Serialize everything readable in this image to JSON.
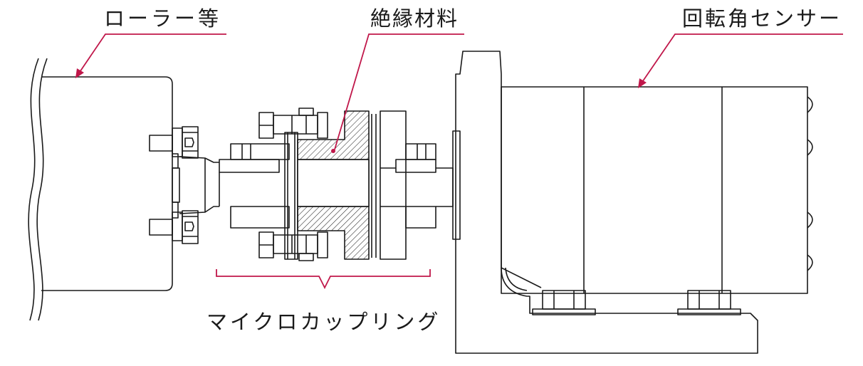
{
  "labels": {
    "roller": "ローラー等",
    "insulation": "絶縁材料",
    "sensor": "回転角センサー",
    "coupling": "マイクロカップリング"
  },
  "colors": {
    "line": "#1a1a1a",
    "leader": "#c0174a",
    "background": "#ffffff"
  },
  "icons": {
    "leader_arrow": "arrow-head-icon",
    "bracket": "curly-bracket-icon"
  }
}
